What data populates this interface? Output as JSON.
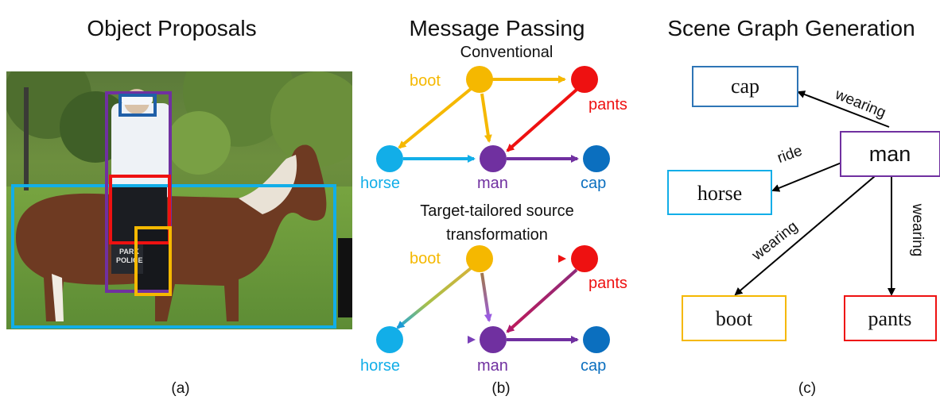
{
  "panels": {
    "a": {
      "title": "Object Proposals",
      "caption": "(a)"
    },
    "b": {
      "title": "Message Passing",
      "caption": "(b)",
      "conventional_label": "Conventional",
      "tailored_label_line1": "Target-tailored source",
      "tailored_label_line2": "transformation"
    },
    "c": {
      "title": "Scene Graph Generation",
      "caption": "(c)"
    }
  },
  "nodes": {
    "boot": "boot",
    "pants": "pants",
    "horse": "horse",
    "man": "man",
    "cap": "cap"
  },
  "edges": {
    "wearing": "wearing",
    "ride": "ride"
  },
  "photo_text": {
    "badge_line1": "PARK",
    "badge_line2": "POLICE"
  },
  "colors": {
    "boot": "#f5b800",
    "pants": "#ee1111",
    "horse": "#12aee8",
    "man": "#7030a0",
    "cap": "#0b6fbf",
    "cap_box": "#2e75b6",
    "man_box": "#7030a0",
    "horse_box": "#12aee8",
    "boot_box": "#f5b800",
    "pants_box": "#ee1111"
  }
}
